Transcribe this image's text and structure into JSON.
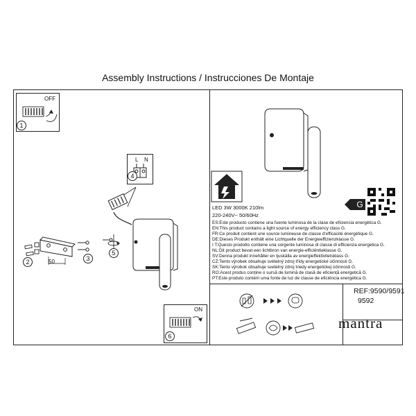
{
  "header": {
    "title": "Assembly Instructions / Instrucciones De Montaje"
  },
  "steps": {
    "s1": {
      "number": "1",
      "label": "OFF"
    },
    "s2": {
      "number": "2"
    },
    "s3": {
      "number": "3"
    },
    "s4": {
      "number": "4",
      "label_l": "L",
      "label_n": "N"
    },
    "s5": {
      "number": "5"
    },
    "s6": {
      "number": "6",
      "label": "ON"
    },
    "dimension": "50"
  },
  "product": {
    "spec_line_1": "LED 3W 3000K 210lm",
    "spec_line_2": "220-240V~  50/60Hz",
    "energy_class": "G"
  },
  "energy_statements": [
    "ES:Este producto contiene una fuente luminosa de la clase de eficiencia energética G.",
    "EN:This product contains a light source of energy efficiency class G.",
    "FR:Ce produit contient une source lumineuse de classe d'efficacité énergétique G.",
    "DE:Dieses Produkt enthält eine Lichtquelle der Energieeffizienzklasse G.",
    "I T:Questo prodotto contiene una sorgente luminosa di classe di efficienza energetica G.",
    "NL:Dit product bevat een lichtbron van energie-efficiëntieklasse G.",
    "SV:Denna produkt innehåller en ljuskälla av energieffektivitetsklass G.",
    "CZ:Tento výrobek obsahuje světelný zdroj třídy energetické účinnosti G.",
    "SK:Tento výrobok obsahuje svetelný zdroj triedy energetickej účinnosti G.",
    "RO:Acest produs conține o sursă de lumină de clasă de eficiență energetică G.",
    "PT:Este produto contém uma fonte de luz de classe de eficiência energética G."
  ],
  "reference": {
    "line_1": "REF:9590/9591",
    "line_2": "9592"
  },
  "brand": {
    "name": "mantra"
  },
  "icons": {
    "step_circle": "numbered-circle-icon",
    "house": "house-power-icon",
    "qr": "qr-code-icon",
    "recycle": "disposal-icon",
    "led": "led-bulb-icon"
  }
}
